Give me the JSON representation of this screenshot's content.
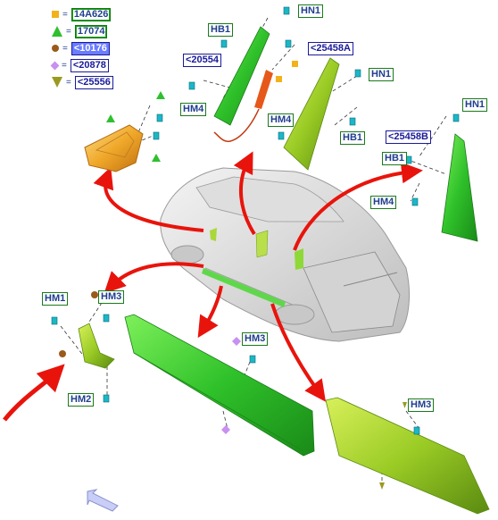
{
  "legend": [
    {
      "symbol": "square",
      "color": "#f2b21a",
      "code": "14A626",
      "icon": "square-icon"
    },
    {
      "symbol": "triangle-up",
      "color": "#2fc02f",
      "code": "17074",
      "icon": "triangle-up-icon"
    },
    {
      "symbol": "circle",
      "color": "#9a5a1a",
      "code": "<10176",
      "icon": "circle-icon",
      "highlight": true
    },
    {
      "symbol": "diamond",
      "color": "#c890f0",
      "code": "<20878",
      "icon": "diamond-icon"
    },
    {
      "symbol": "triangle-down",
      "color": "#9a9a20",
      "code": "<25556",
      "icon": "triangle-down-icon"
    }
  ],
  "callouts": {
    "hn1_top": "HN1",
    "hb1_top": "HB1",
    "ref_20554": "<20554",
    "ref_25458a": "<25458A",
    "hn1_mid": "HN1",
    "hm4_left": "HM4",
    "hm4_mid": "HM4",
    "hb1_mid": "HB1",
    "hn1_right": "HN1",
    "ref_25458b": "<25458B",
    "hb1_right": "HB1",
    "hm4_right": "HM4",
    "hm1_left": "HM1",
    "hm3_left": "HM3",
    "hm2_left": "HM2",
    "hm3_center": "HM3",
    "hm3_right": "HM3"
  },
  "colors": {
    "arrow_red": "#e8140c",
    "part_green": "#3ad12a",
    "part_lime": "#9ccc22",
    "part_orange": "#f0a020",
    "callout_border": "#1a7a1a",
    "ref_border": "#1a1a9a"
  },
  "icons": [
    "nav-back-arrow-icon",
    "fastener-icon"
  ]
}
